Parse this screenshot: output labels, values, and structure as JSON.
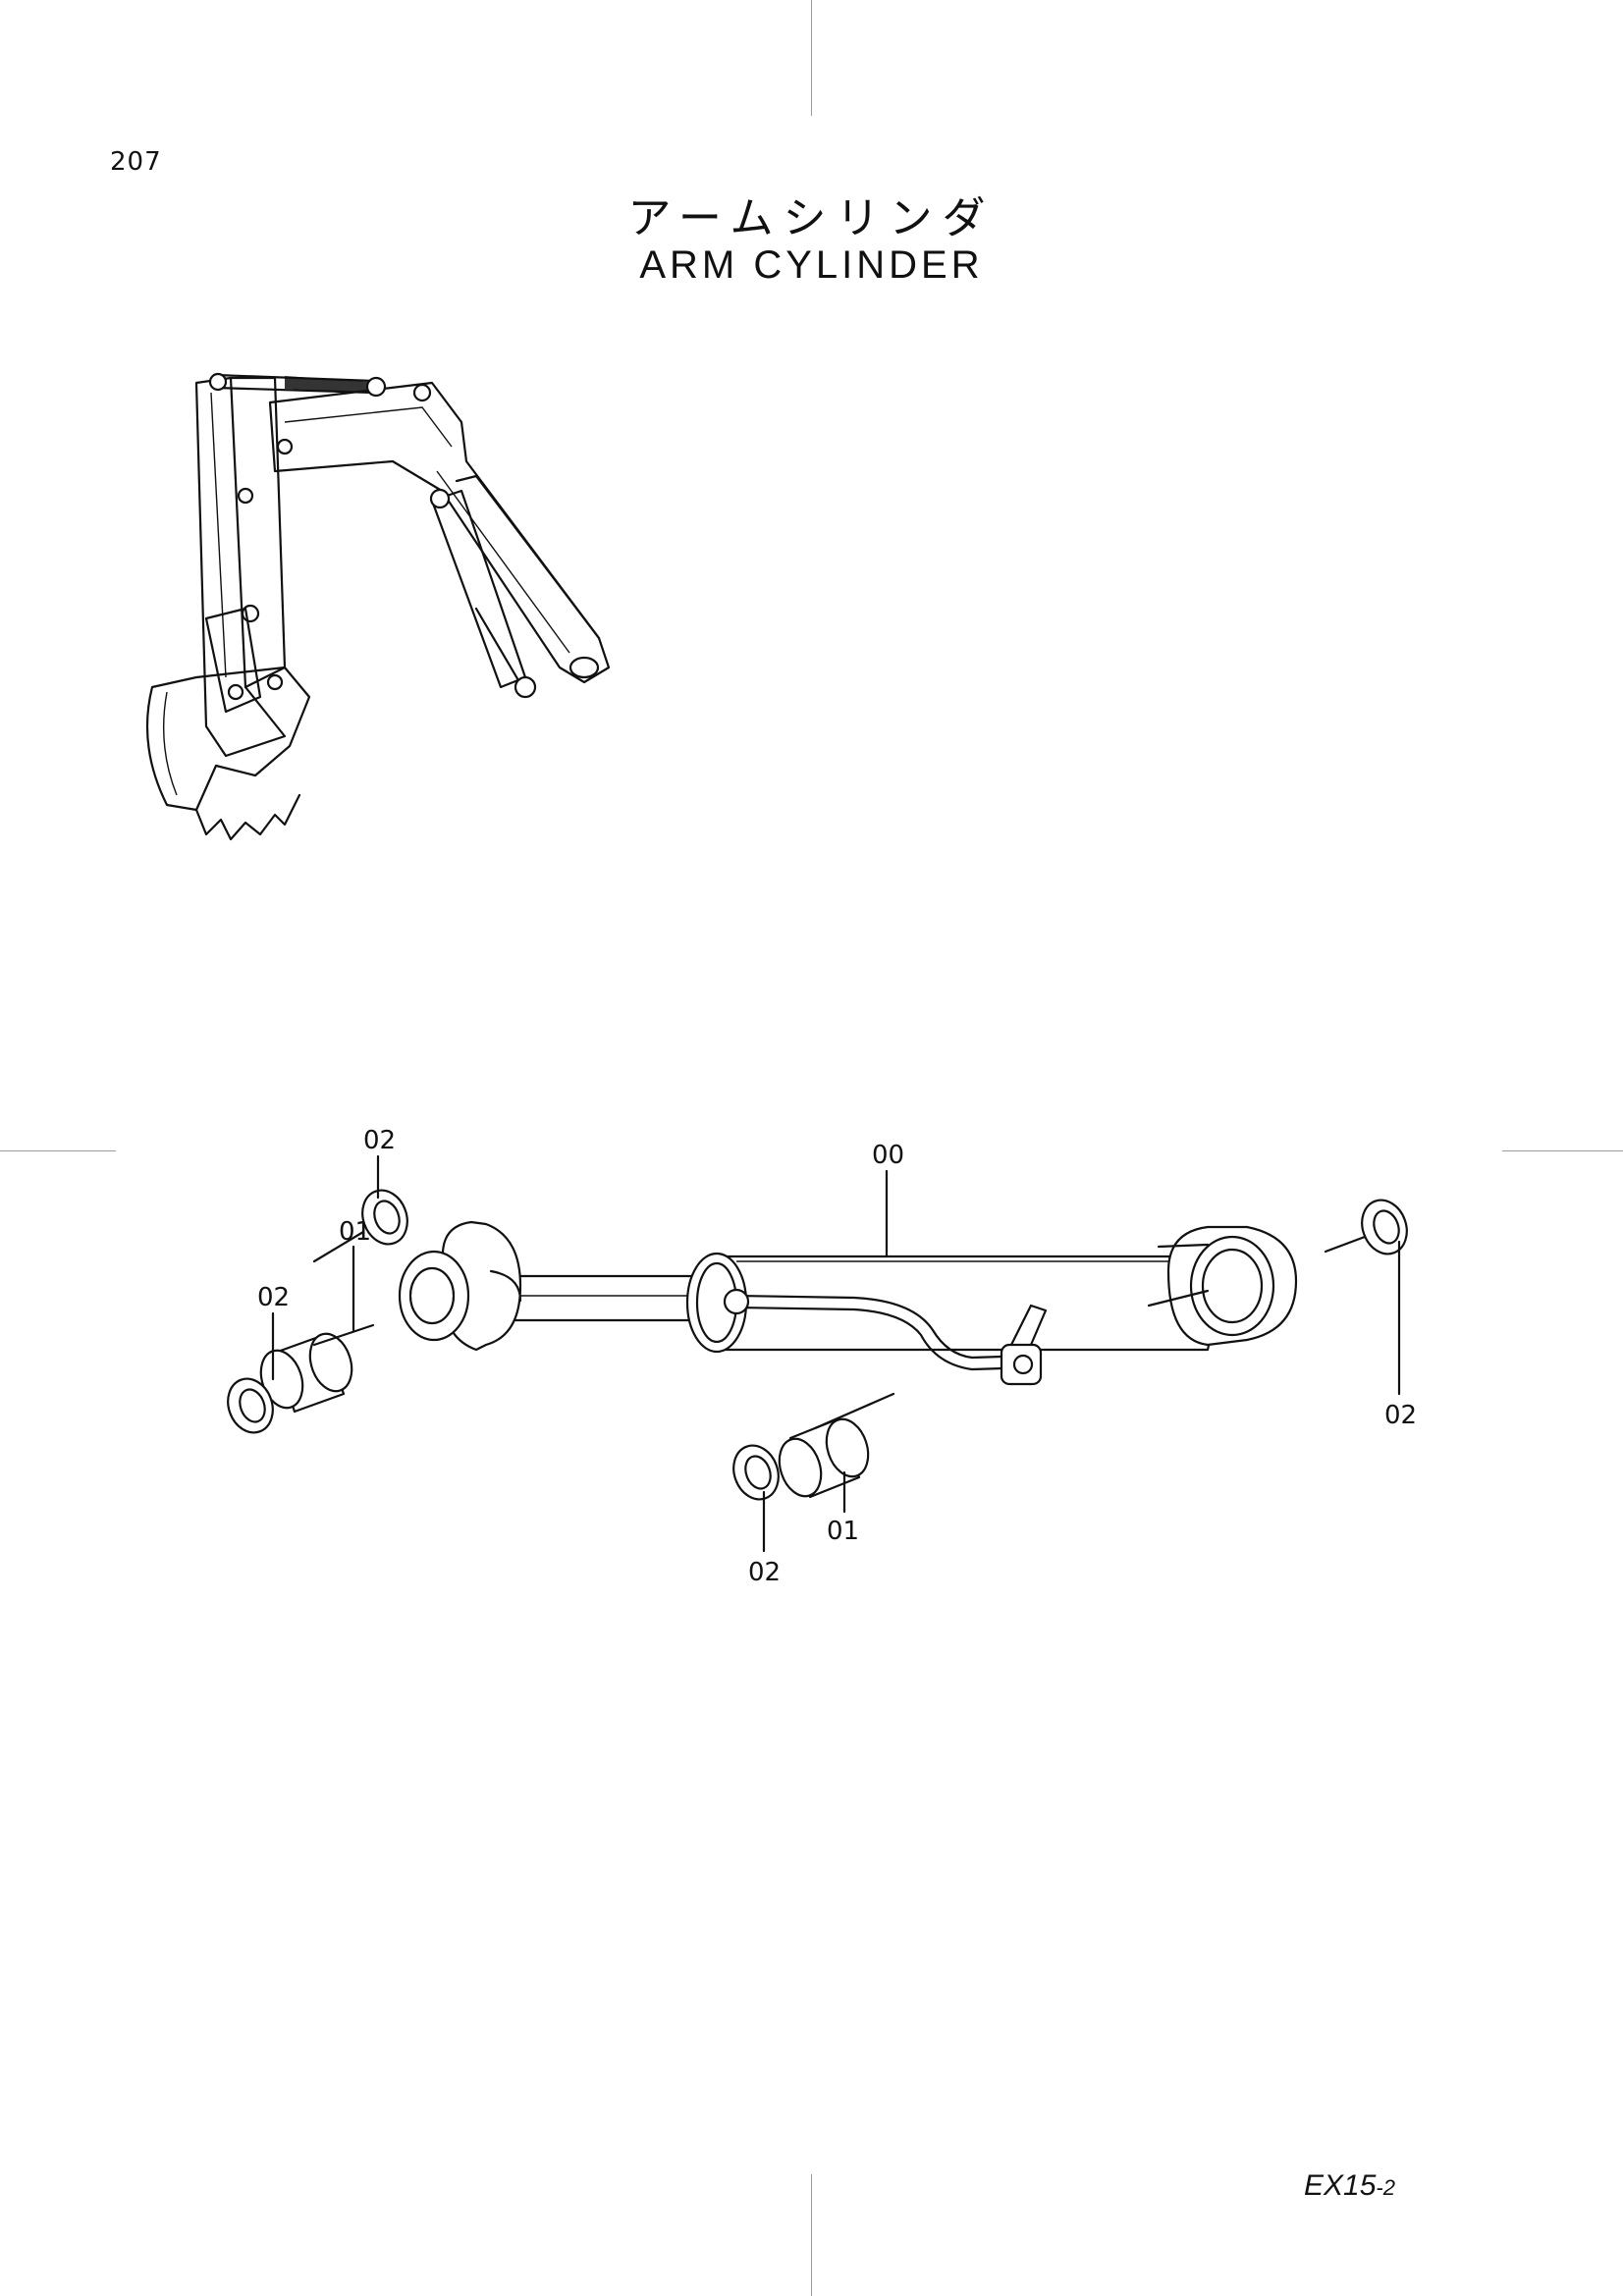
{
  "page_number": "207",
  "title_jp": "アームシリンダ",
  "title_en": "ARM  CYLINDER",
  "model": {
    "code": "EX15",
    "suffix": "-2"
  },
  "callouts": [
    {
      "id": "callout-00",
      "label": "00"
    },
    {
      "id": "callout-01-left",
      "label": "01"
    },
    {
      "id": "callout-01-right",
      "label": "01"
    },
    {
      "id": "callout-02-top",
      "label": "02"
    },
    {
      "id": "callout-02-left",
      "label": "02"
    },
    {
      "id": "callout-02-right",
      "label": "02"
    },
    {
      "id": "callout-02-bottom",
      "label": "02"
    }
  ]
}
